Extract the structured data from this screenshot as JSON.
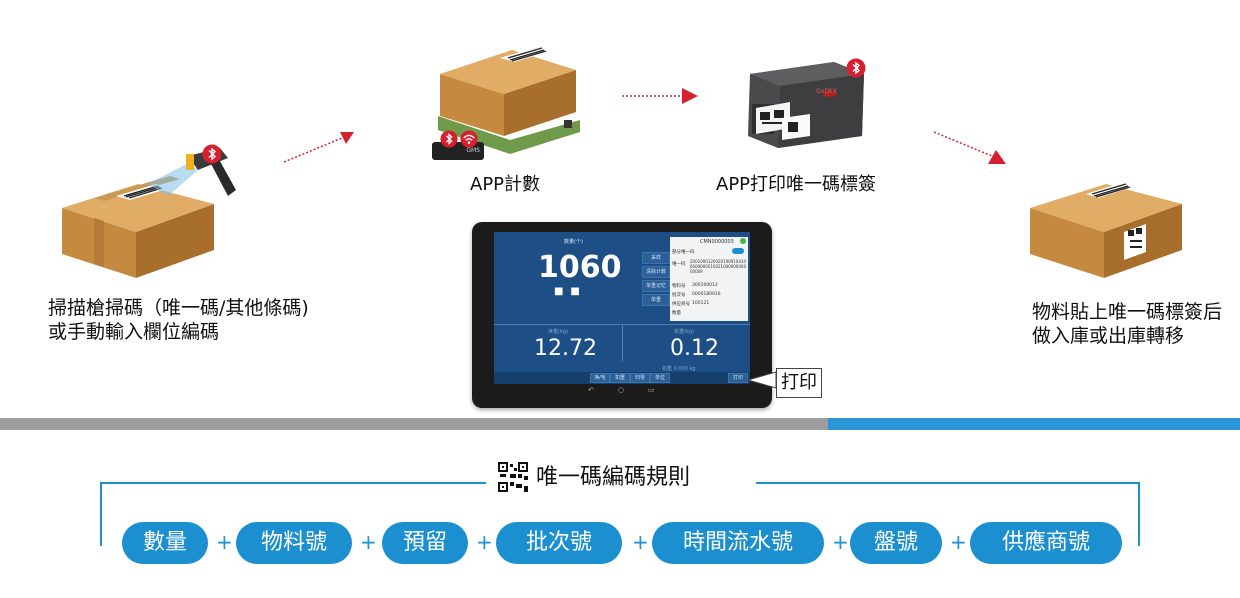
{
  "steps": {
    "scan": {
      "caption_line1": "掃描槍掃碼（唯一碼/其他條碼)",
      "caption_line2": "或手動輸入欄位編碼"
    },
    "count": {
      "label": "APP計數"
    },
    "print": {
      "label": "APP打印唯一碼標簽"
    },
    "label_box": {
      "caption_line1": "物料貼上唯一碼標簽后",
      "caption_line2": "做入庫或出庫轉移"
    }
  },
  "tablet": {
    "qty_header": "数量(个)",
    "qty_value": "1060",
    "buttons": [
      "采样",
      "清除计数",
      "单重记忆",
      "单重"
    ],
    "panel_id": "CMN0000003",
    "panel_rows": [
      {
        "k": "部分唯一码",
        "v": ""
      },
      {
        "k": "唯一码",
        "v": "2001000120020190910434600000001002100000000000009"
      },
      {
        "k": "物料号",
        "v": "300100012"
      },
      {
        "k": "批次号",
        "v": "0000180916"
      },
      {
        "k": "供应商号",
        "v": "100121"
      },
      {
        "k": "数量",
        "v": ""
      }
    ],
    "net_label": "净重(kg)",
    "net_value": "12.72",
    "unit_label": "单重(kg)",
    "unit_value": "0.12",
    "tare_text": "扣重 0.000 kg",
    "bottom_buttons": [
      "净/毛",
      "扣重",
      "归零",
      "单位"
    ],
    "print_button": "打印",
    "callout": "打印",
    "scale_brand": "GMS"
  },
  "printer": {
    "brand": "GoDEX"
  },
  "rule": {
    "title": "唯一碼編碼規則",
    "icon": "qr-code-icon",
    "parts": [
      "數量",
      "物料號",
      "預留",
      "批次號",
      "時間流水號",
      "盤號",
      "供應商號"
    ],
    "separator": "+"
  },
  "colors": {
    "accent": "#1c8fd0",
    "arrow": "#d6202f",
    "divider_gray": "#9e9e9e",
    "divider_blue": "#2d96d6",
    "bluetooth": "#d6202f"
  }
}
